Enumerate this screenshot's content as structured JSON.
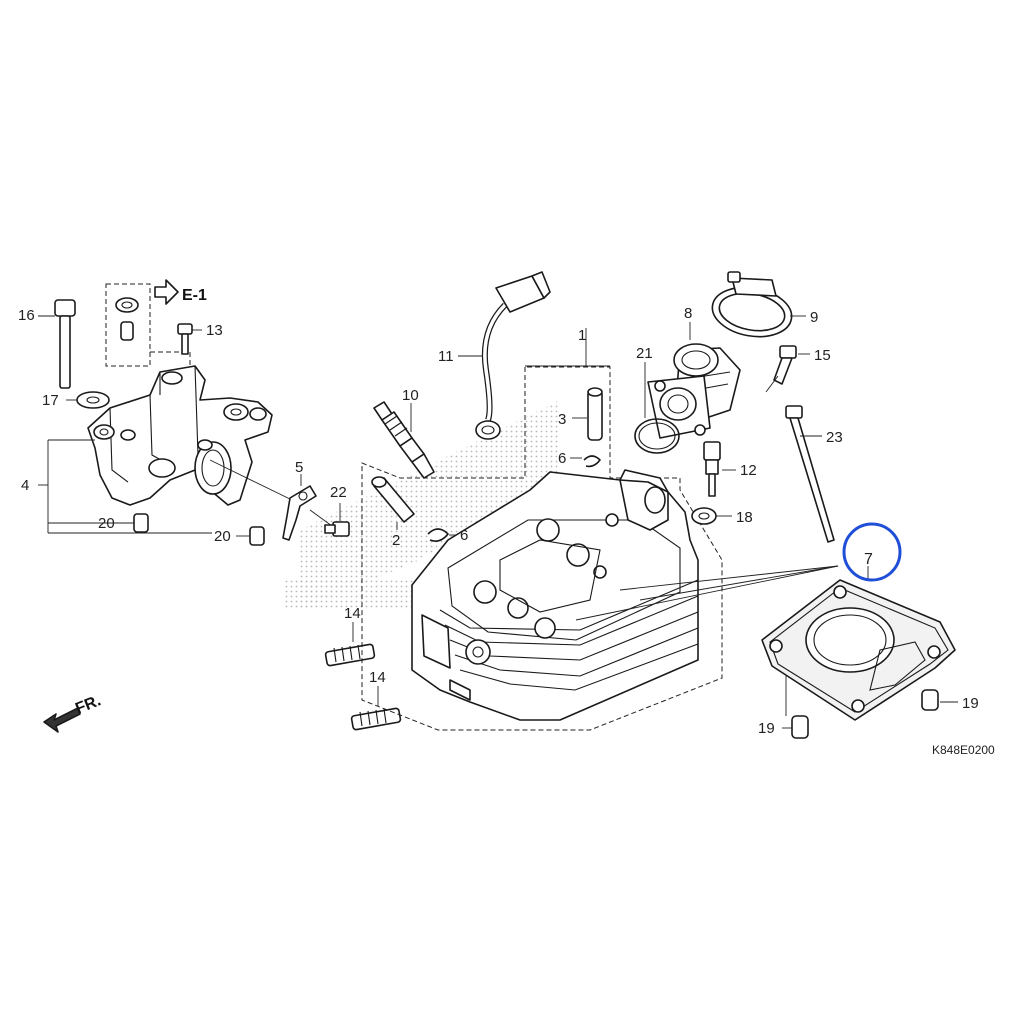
{
  "diagram": {
    "ref_code": "K848E0200",
    "section_ref": "E-1",
    "front_label": "FR.",
    "highlighted_callout": "7",
    "colors": {
      "highlight": "#1f4fd6",
      "line": "#1a1a1a",
      "stipple": "#b8b8b8"
    },
    "callouts": {
      "c1": "1",
      "c2": "2",
      "c3": "3",
      "c4": "4",
      "c5": "5",
      "c6a": "6",
      "c6b": "6",
      "c7": "7",
      "c8": "8",
      "c9": "9",
      "c10": "10",
      "c11": "11",
      "c12": "12",
      "c13": "13",
      "c14a": "14",
      "c14b": "14",
      "c15": "15",
      "c16": "16",
      "c17": "17",
      "c18": "18",
      "c19a": "19",
      "c19b": "19",
      "c20a": "20",
      "c20b": "20",
      "c21": "21",
      "c22": "22",
      "c23": "23"
    }
  }
}
